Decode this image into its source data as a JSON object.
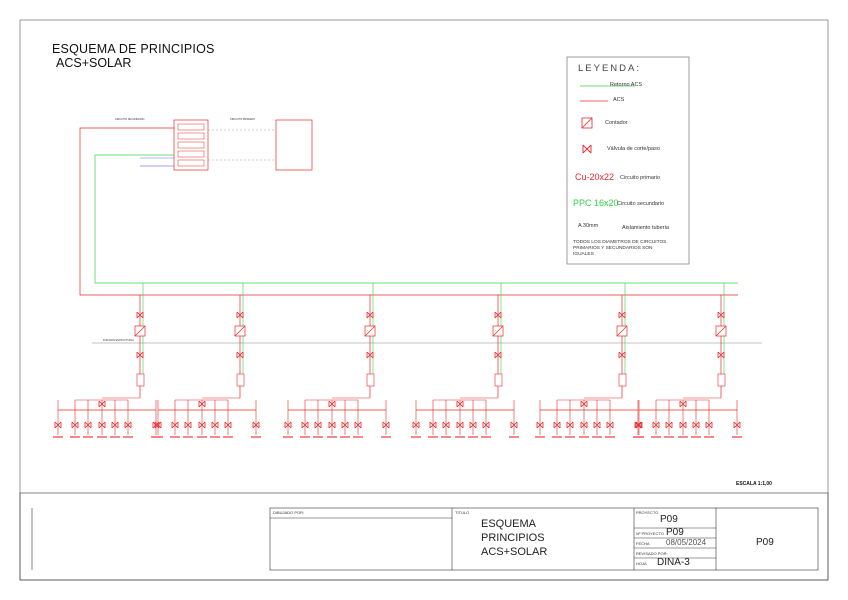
{
  "drawing": {
    "title_line1": "ESQUEMA DE PRINCIPIOS",
    "title_line2": "ACS+SOLAR",
    "scale": "ESCALA 1:1,00"
  },
  "legend": {
    "title": "LEYENDA:",
    "items": {
      "return": "Retorno ACS",
      "acs": "ACS",
      "meter": "Contador",
      "valve": "Válvula de corte/paso",
      "primary_code": "Cu-20x22",
      "primary_label": "Circuito primario",
      "secondary_code": "PPC 16x20",
      "secondary_label": "Circuito secundario",
      "insulation_code": "A 30mm",
      "insulation_label": "Aislamiento tubería"
    },
    "note": [
      "TODOS LOS DIAMETROS DE CIRCUITOS",
      "PRIMARIOS Y SECUNDARIOS SON",
      "IGUALES"
    ]
  },
  "colors": {
    "acs": "#e52b2b",
    "return": "#3ccf4e",
    "blue": "#3b4fd9",
    "frame": "#222222"
  },
  "title_block": {
    "drawn_by_label": "DIBUJADO POR:",
    "title_label": "TITULO",
    "title_lines": [
      "ESQUEMA",
      "PRINCIPIOS",
      "ACS+SOLAR"
    ],
    "project_label": "PROYECTO",
    "project_value": "P09",
    "project_number_label": "Nº PROYECTO",
    "project_number_value": "P09",
    "date_label": "FECHA",
    "date_value": "08/05/2024",
    "reviewed_label": "REVISADO POR:",
    "sheet_label": "HOJA",
    "sheet_value": "DINA-3",
    "sheet_code": "P09"
  }
}
